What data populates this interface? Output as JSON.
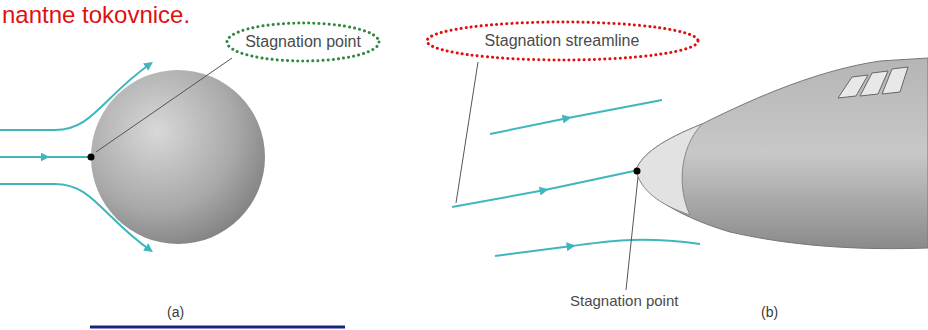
{
  "diagram": {
    "nodes": [
      {
        "text": [
          "Stagnation point"
        ]
      },
      {
        "text": [
          "Stagnation streamline"
        ]
      }
    ],
    "labels": [
      "nantne tokovnice.",
      "Stagnation point",
      "(a)",
      "(b)"
    ]
  }
}
